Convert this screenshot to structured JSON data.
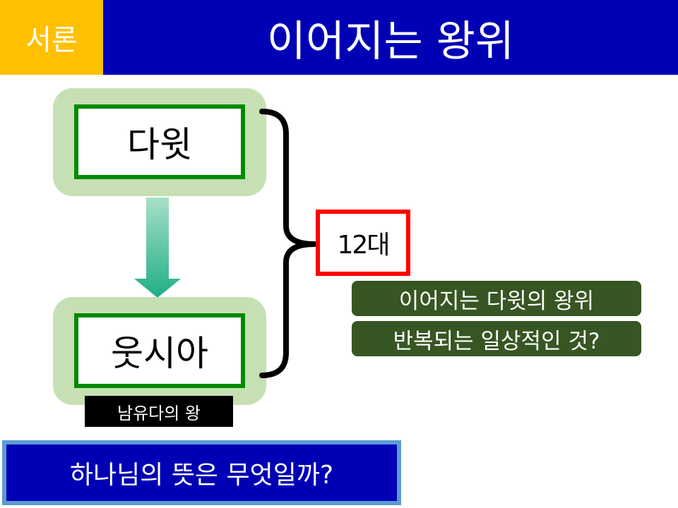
{
  "header": {
    "badge_label": "서론",
    "title": "이어지는 왕위"
  },
  "top_box": {
    "label": "다윗"
  },
  "bottom_box": {
    "label": "웃시아"
  },
  "bottom_caption": "남유다의 왕",
  "count_box": {
    "label": "12대"
  },
  "notes": [
    "이어지는 다윗의 왕위",
    "반복되는 일상적인 것?"
  ],
  "question": "하나님의 뜻은 무엇일까?",
  "colors": {
    "badge_bg": "#FFC000",
    "title_bg": "#0000B4",
    "box_outer": "#C6E0B4",
    "box_border": "#008A00",
    "arrow_top": "#A8E0C8",
    "arrow_bottom": "#1FAE86",
    "count_border": "#FF0000",
    "note_bg": "#375623",
    "caption_bg": "#000000",
    "question_bg": "#0000B4",
    "question_border": "#5B9BD5"
  }
}
